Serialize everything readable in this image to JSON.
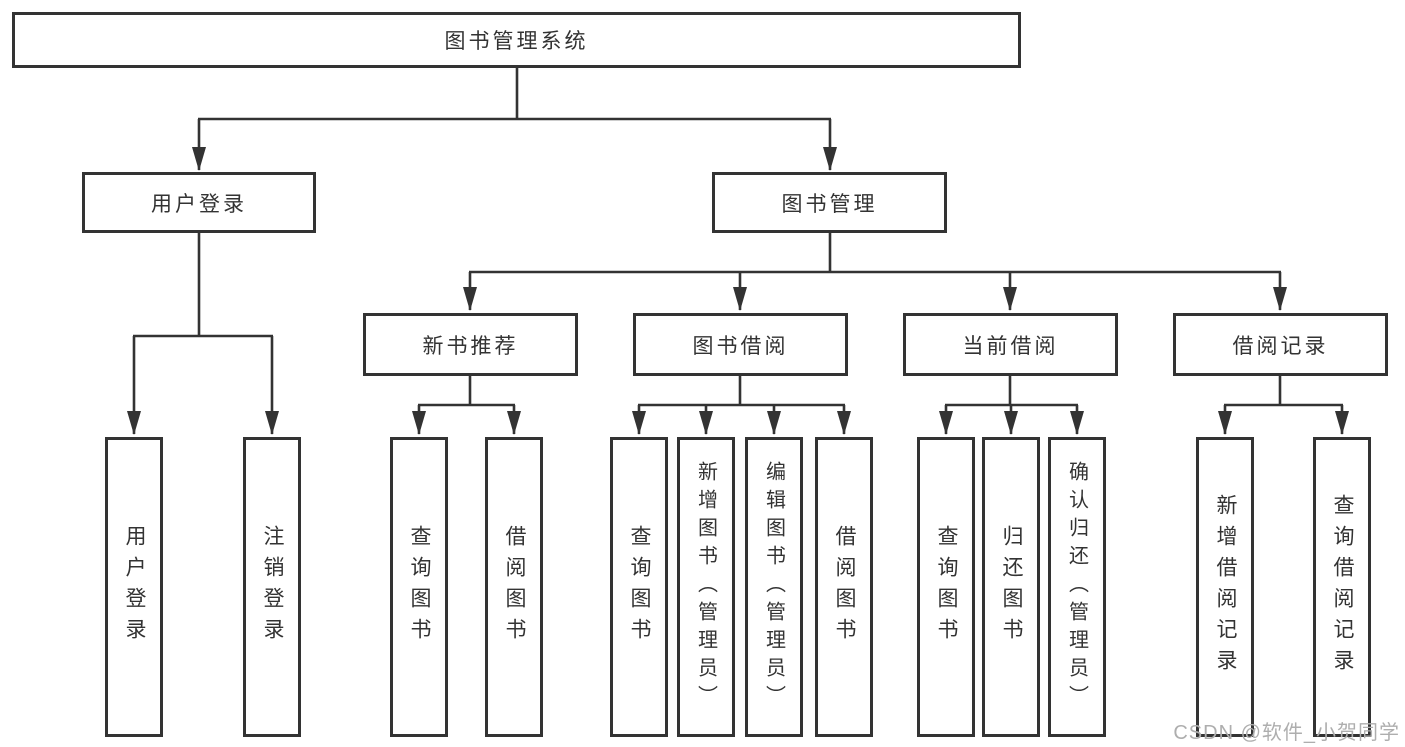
{
  "diagram": {
    "title": "图书管理系统",
    "colors": {
      "line": "#333333",
      "text": "#333333",
      "watermark": "#aeaeae"
    },
    "tree": {
      "root": {
        "label": "图书管理系统"
      },
      "level2": [
        {
          "label": "用户登录",
          "children": [
            "用户登录",
            "注销登录"
          ]
        },
        {
          "label": "图书管理"
        }
      ],
      "level3": [
        {
          "label": "新书推荐",
          "children": [
            "查询图书",
            "借阅图书"
          ]
        },
        {
          "label": "图书借阅",
          "children": [
            "查询图书",
            "新增图书（管理员）",
            "编辑图书（管理员）",
            "借阅图书"
          ]
        },
        {
          "label": "当前借阅",
          "children": [
            "查询图书",
            "归还图书",
            "确认归还（管理员）"
          ]
        },
        {
          "label": "借阅记录",
          "children": [
            "新增借阅记录",
            "查询借阅记录"
          ]
        }
      ]
    },
    "watermark": "CSDN @软件_小贺同学"
  }
}
